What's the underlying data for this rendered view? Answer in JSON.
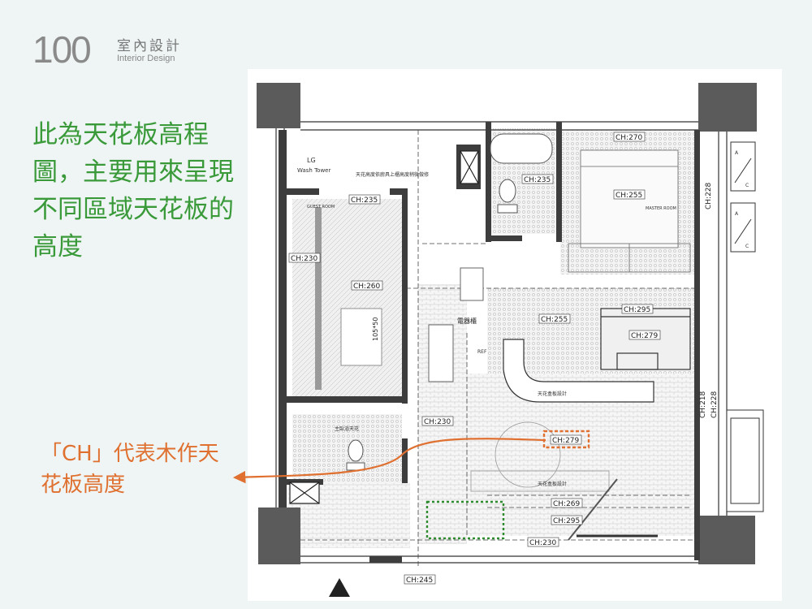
{
  "logo": {
    "number": "100",
    "chinese": "室內設計",
    "english": "Interior Design"
  },
  "notes": {
    "main": "此為天花板高程圖，主要用來呈現不同區域天花板的高度",
    "ch": "「CH」代表木作天花板高度"
  },
  "plan": {
    "ceiling_labels": {
      "ch270": "CH:270",
      "ch235_bath": "CH:235",
      "ch255_master": "CH:255",
      "ch228_top": "CH:228",
      "ch235_room": "CH:235",
      "ch230_left": "CH:230",
      "ch260": "CH:260",
      "ch295_top": "CH:295",
      "ch255_kitchen": "CH:255",
      "ch279_top": "CH:279",
      "ch218": "CH:218",
      "ch228_right": "CH:228",
      "ch230_center": "CH:230",
      "ch279_highlight": "CH:279",
      "ch269": "CH:269",
      "ch295_bottom": "CH:295",
      "ch230_bottom": "CH:230",
      "ch245": "CH:245"
    },
    "small_text": {
      "lg": "LG",
      "wash_tower": "Wash Tower",
      "ceiling_note": "天花高度依廚具上櫃高度稍微做修",
      "appliance": "電器櫃",
      "dimension": "105*50",
      "ref": "REF",
      "ceiling_indirect_1": "天花盒板設計",
      "ceiling_indirect_2": "天花盒板設計",
      "bath2": "主臥浴天花",
      "master_room": "MASTER ROOM",
      "room": "GUEST ROOM",
      "ac_a": "A",
      "ac_c": "C"
    }
  }
}
